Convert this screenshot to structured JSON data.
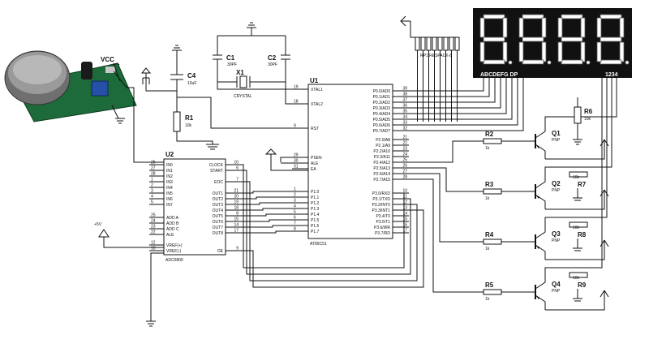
{
  "sensor": {
    "vcc_label": "VCC"
  },
  "supply_label": "+5V",
  "components": {
    "u1": {
      "ref": "U1",
      "part": "AT89C51"
    },
    "u2": {
      "ref": "U2",
      "part": "ADC0809"
    },
    "c1": {
      "ref": "C1",
      "value": "30PF"
    },
    "c2": {
      "ref": "C2",
      "value": "30PF"
    },
    "c4": {
      "ref": "C4",
      "value": "10uF"
    },
    "x1": {
      "ref": "X1",
      "value": "CRYSTAL"
    },
    "r1": {
      "ref": "R1",
      "value": "10k"
    },
    "r6": {
      "ref": "R6",
      "value": "10k"
    },
    "rn": {
      "label": "RP1 RESPACK-8"
    },
    "display": {
      "seg_label": "ABCDEFG DP",
      "digit_label": "1234"
    }
  },
  "u1_left": [
    {
      "num": "19",
      "name": "XTAL1"
    },
    {
      "num": "18",
      "name": "XTAL2"
    },
    {
      "num": "9",
      "name": "RST"
    },
    {
      "num": "29",
      "name": "PSEN"
    },
    {
      "num": "30",
      "name": "ALE"
    },
    {
      "num": "31",
      "name": "EA"
    },
    {
      "num": "1",
      "name": "P1.0"
    },
    {
      "num": "2",
      "name": "P1.1"
    },
    {
      "num": "3",
      "name": "P1.2"
    },
    {
      "num": "4",
      "name": "P1.3"
    },
    {
      "num": "5",
      "name": "P1.4"
    },
    {
      "num": "6",
      "name": "P1.5"
    },
    {
      "num": "7",
      "name": "P1.6"
    },
    {
      "num": "8",
      "name": "P1.7"
    }
  ],
  "u1_right": [
    {
      "num": "39",
      "name": "P0.0/AD0"
    },
    {
      "num": "38",
      "name": "P0.1/AD1"
    },
    {
      "num": "37",
      "name": "P0.2/AD2"
    },
    {
      "num": "36",
      "name": "P0.3/AD3"
    },
    {
      "num": "35",
      "name": "P0.4/AD4"
    },
    {
      "num": "34",
      "name": "P0.5/AD5"
    },
    {
      "num": "33",
      "name": "P0.6/AD6"
    },
    {
      "num": "32",
      "name": "P0.7/AD7"
    },
    {
      "num": "21",
      "name": "P2.0/A8"
    },
    {
      "num": "22",
      "name": "P2.1/A9"
    },
    {
      "num": "23",
      "name": "P2.2/A10"
    },
    {
      "num": "24",
      "name": "P2.3/A11"
    },
    {
      "num": "25",
      "name": "P2.4/A12"
    },
    {
      "num": "26",
      "name": "P2.5/A13"
    },
    {
      "num": "27",
      "name": "P2.6/A14"
    },
    {
      "num": "28",
      "name": "P2.7/A15"
    },
    {
      "num": "10",
      "name": "P3.0/RXD"
    },
    {
      "num": "11",
      "name": "P3.1/TXD"
    },
    {
      "num": "12",
      "name": "P3.2/INT0"
    },
    {
      "num": "13",
      "name": "P3.3/INT1"
    },
    {
      "num": "14",
      "name": "P3.4/T0"
    },
    {
      "num": "15",
      "name": "P3.5/T1"
    },
    {
      "num": "16",
      "name": "P3.6/WR"
    },
    {
      "num": "17",
      "name": "P3.7/RD"
    }
  ],
  "u2_left": [
    {
      "num": "26",
      "name": "IN0"
    },
    {
      "num": "27",
      "name": "IN1"
    },
    {
      "num": "28",
      "name": "IN2"
    },
    {
      "num": "1",
      "name": "IN3"
    },
    {
      "num": "2",
      "name": "IN4"
    },
    {
      "num": "3",
      "name": "IN5"
    },
    {
      "num": "4",
      "name": "IN6"
    },
    {
      "num": "5",
      "name": "IN7"
    },
    {
      "num": "25",
      "name": "ADD A"
    },
    {
      "num": "24",
      "name": "ADD B"
    },
    {
      "num": "23",
      "name": "ADD C"
    },
    {
      "num": "22",
      "name": "ALE"
    },
    {
      "num": "12",
      "name": "VREF(+)"
    },
    {
      "num": "16",
      "name": "VREF(-)"
    }
  ],
  "u2_right": [
    {
      "num": "10",
      "name": "CLOCK"
    },
    {
      "num": "6",
      "name": "START"
    },
    {
      "num": "7",
      "name": "EOC"
    },
    {
      "num": "21",
      "name": "OUT1"
    },
    {
      "num": "20",
      "name": "OUT2"
    },
    {
      "num": "19",
      "name": "OUT3"
    },
    {
      "num": "18",
      "name": "OUT4"
    },
    {
      "num": "8",
      "name": "OUT5"
    },
    {
      "num": "15",
      "name": "OUT6"
    },
    {
      "num": "14",
      "name": "OUT7"
    },
    {
      "num": "17",
      "name": "OUT8"
    },
    {
      "num": "9",
      "name": "OE"
    }
  ],
  "drivers": [
    {
      "r_ref": "R2",
      "r_val": "1k",
      "q_ref": "Q1",
      "q_type": "PNP",
      "rl_ref": "",
      "rl_val": ""
    },
    {
      "r_ref": "R3",
      "r_val": "1k",
      "q_ref": "Q2",
      "q_type": "PNP",
      "rl_ref": "R7",
      "rl_val": "10k"
    },
    {
      "r_ref": "R4",
      "r_val": "1k",
      "q_ref": "Q3",
      "q_type": "PNP",
      "rl_ref": "R8",
      "rl_val": "10k"
    },
    {
      "r_ref": "R5",
      "r_val": "1k",
      "q_ref": "Q4",
      "q_type": "PNP",
      "rl_ref": "R9",
      "rl_val": "10k"
    }
  ]
}
